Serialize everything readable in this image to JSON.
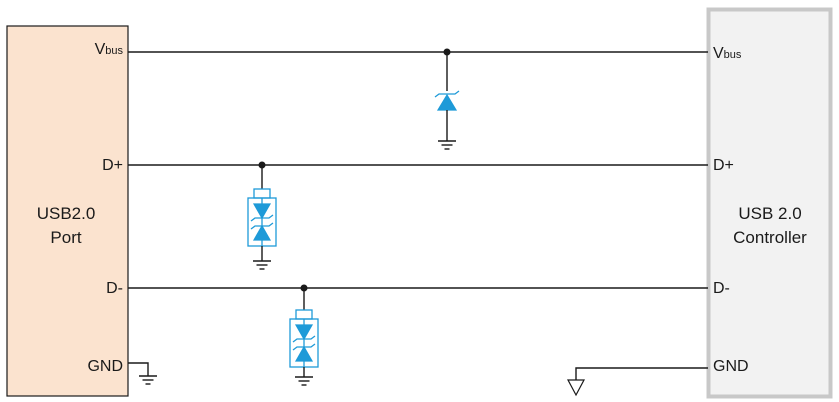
{
  "left_block": {
    "name_line1": "USB2.0",
    "name_line2": "Port",
    "fill": "#fbe3cf",
    "pins": {
      "vbus_main": "V",
      "vbus_sub": "bus",
      "dplus": "D+",
      "dminus": "D-",
      "gnd": "GND"
    }
  },
  "right_block": {
    "name_line1": "USB 2.0",
    "name_line2": "Controller",
    "fill": "#f2f2f2",
    "border": "#c8c8c8",
    "pins": {
      "vbus_main": "V",
      "vbus_sub": "bus",
      "dplus": "D+",
      "dminus": "D-",
      "gnd": "GND"
    }
  },
  "colors": {
    "wire": "#1a1a1a",
    "tvs": "#1e9ad8"
  },
  "icons": [
    "ground-icon",
    "tvs-diode-icon",
    "bidirectional-tvs-icon",
    "junction-dot-icon",
    "signal-ground-icon"
  ]
}
